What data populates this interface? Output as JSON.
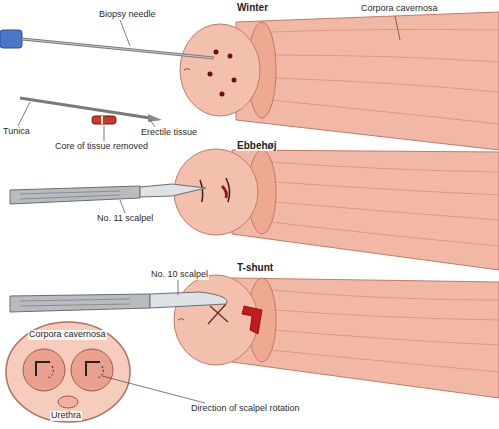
{
  "diagram": {
    "labels": [
      "Winter",
      "Biopsy needle",
      "Corpora cavernosa",
      "Tunica",
      "Core of tissue removed",
      "Erectile tissue",
      "Ebbehøj",
      "No. 11 scalpel",
      "T-shunt",
      "No. 10 scalpel",
      "Corpora cavernosa",
      "Direction of scalpel rotation",
      "Urethra"
    ]
  }
}
